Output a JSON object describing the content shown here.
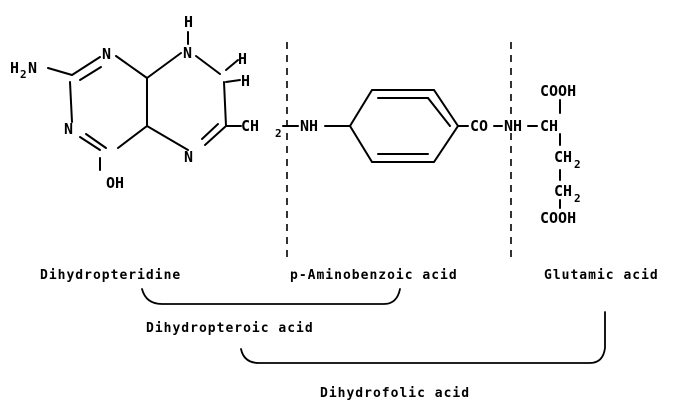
{
  "atoms": {
    "h2n": "H",
    "h2n_sub": "2",
    "h2n_n": "N",
    "ring_n_top": "N",
    "ring_n_left": "N",
    "oh": "OH",
    "ring_n_bottom": "N",
    "nh_n": "N",
    "nh_h": "H",
    "ch2_h1": "H",
    "ch2_h2": "H",
    "ch2_bridge": "CH",
    "ch2_bridge_sub": "2",
    "nh_link": "NH",
    "co": "CO",
    "nh_glu": "NH",
    "ch_glu": "CH",
    "cooh_top": "COOH",
    "ch2_a": "CH",
    "ch2_a_sub": "2",
    "ch2_b": "CH",
    "ch2_b_sub": "2",
    "cooh_bottom": "COOH"
  },
  "labels": {
    "dihydropteridine": "Dihydropteridine",
    "paba": "p-Aminobenzoic acid",
    "glutamic": "Glutamic acid",
    "dihydropteroic": "Dihydropteroic acid",
    "dihydrofolic": "Dihydrofolic acid"
  }
}
